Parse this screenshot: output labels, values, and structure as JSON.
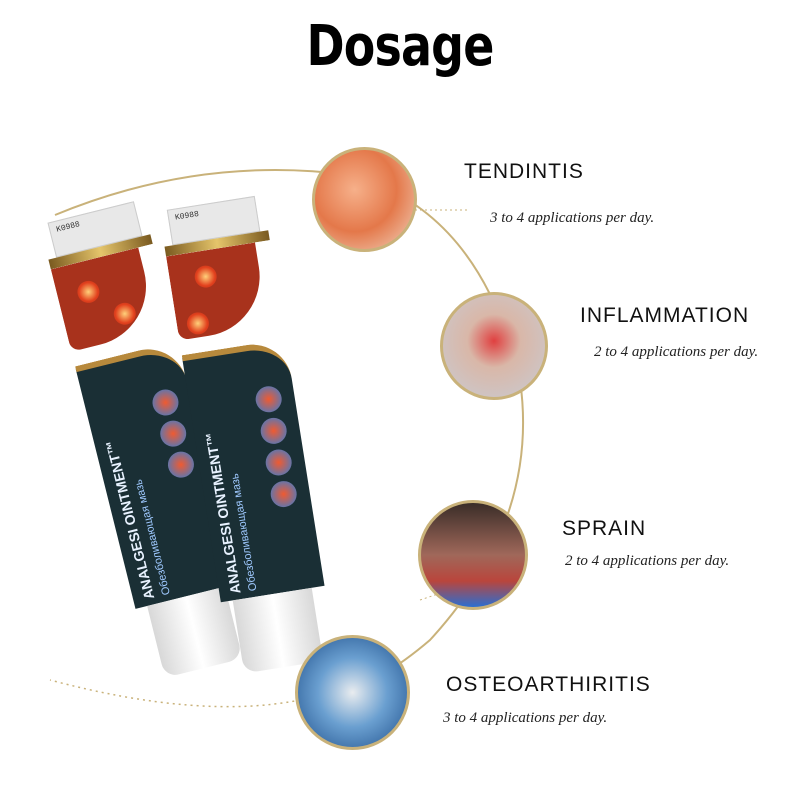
{
  "title": "Dosage",
  "product": {
    "name": "ANALGESI OINTMENT™",
    "subtitle": "Обезболивающая мазь"
  },
  "conditions": [
    {
      "name": "TENDINTIS",
      "dose": "3 to 4 applications per day."
    },
    {
      "name": "INFLAMMATION",
      "dose": "2 to 4 applications per day."
    },
    {
      "name": "SPRAIN",
      "dose": "2 to 4 applications per day."
    },
    {
      "name": "OSTEOARTHIRITIS",
      "dose": "3 to 4 applications per day."
    }
  ],
  "colors": {
    "ring": "#c9b27a",
    "tube": "#1a2f35",
    "accent": "#a8321c"
  }
}
